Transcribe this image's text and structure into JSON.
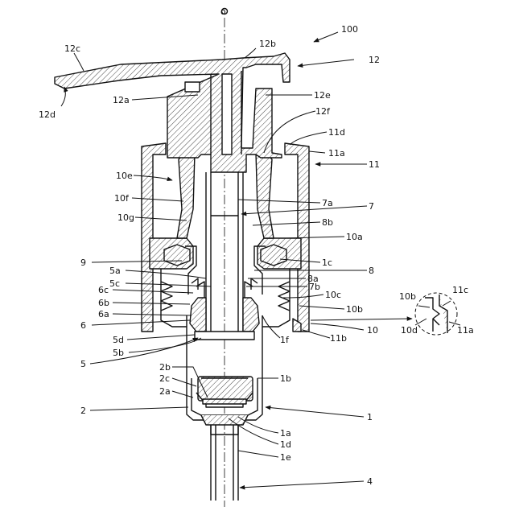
{
  "labels": {
    "axis_o": "o",
    "l100": "100",
    "l12": "12",
    "l12b": "12b",
    "l12c": "12c",
    "l12d": "12d",
    "l12a": "12a",
    "l12e": "12e",
    "l12f": "12f",
    "l11d": "11d",
    "l11a": "11a",
    "l11": "11",
    "l10e": "10e",
    "l10f": "10f",
    "l10g": "10g",
    "l7a": "7a",
    "l7": "7",
    "l8b": "8b",
    "l10a": "10a",
    "l9": "9",
    "l1c": "1c",
    "l5a": "5a",
    "l8": "8",
    "l5c": "5c",
    "l8a": "8a",
    "l6c": "6c",
    "l7b": "7b",
    "l10c": "10c",
    "l6b": "6b",
    "l10b": "10b",
    "l6a": "6a",
    "l6": "6",
    "l10": "10",
    "l5d": "5d",
    "l11b": "11b",
    "l1f": "1f",
    "l5b": "5b",
    "l5": "5",
    "l2b": "2b",
    "l1b": "1b",
    "l2c": "2c",
    "l2a": "2a",
    "l2": "2",
    "l1": "1",
    "l1a": "1a",
    "l1d": "1d",
    "l1e": "1e",
    "l4": "4",
    "d10b": "10b",
    "d11c": "11c",
    "d10d": "10d",
    "d11a": "11a"
  }
}
